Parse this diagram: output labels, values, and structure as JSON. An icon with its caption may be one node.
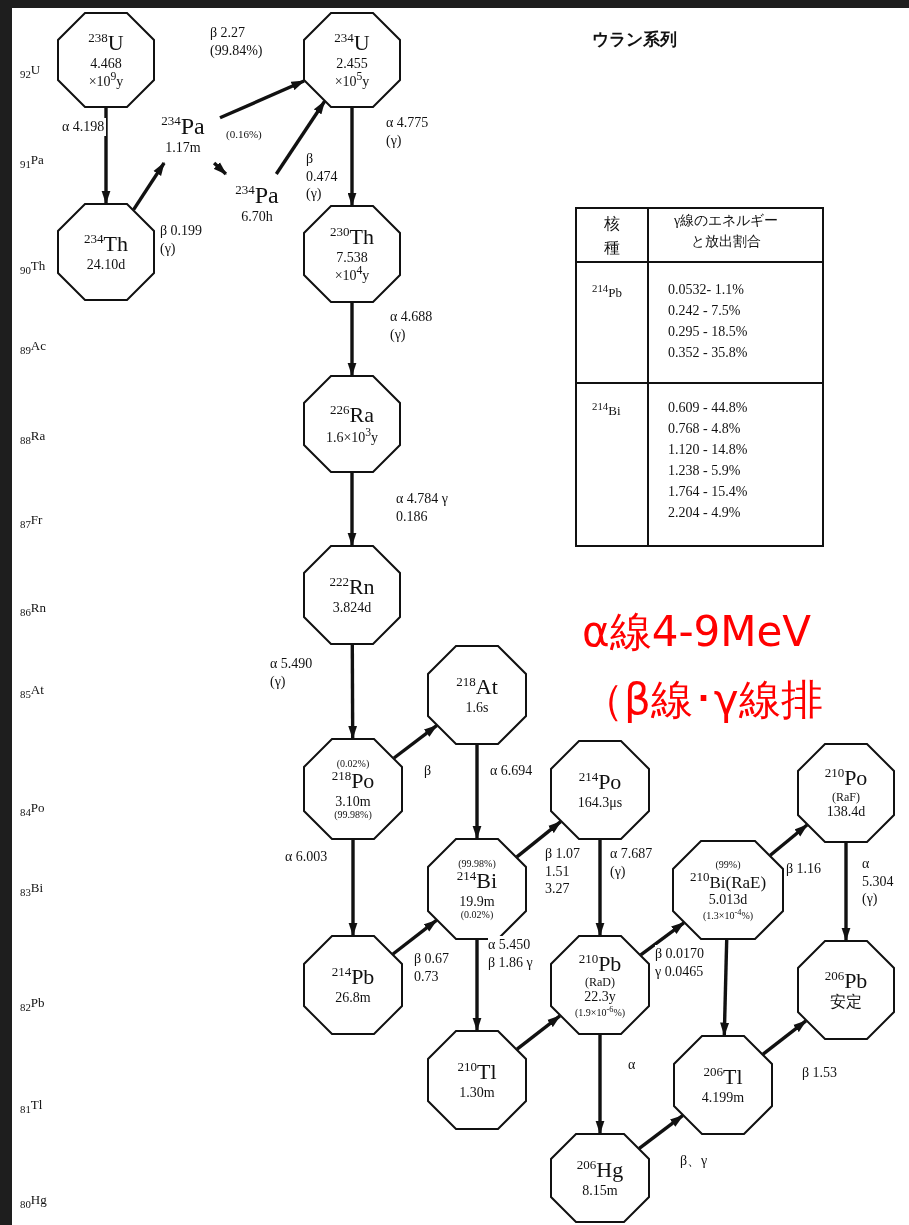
{
  "diagram": {
    "title": "ウラン系列",
    "nodes": [
      {
        "text": [
          "$^{238}$U",
          "4.468 ×10$^{9}$y"
        ]
      },
      {
        "text": [
          "$^{234}$U",
          "2.455 ×10$^{5}$y"
        ]
      },
      {
        "text": [
          "$^{234}$Pa",
          "1.17m"
        ]
      },
      {
        "text": [
          "$^{234}$Pa",
          "6.70h"
        ]
      },
      {
        "text": [
          "$^{234}$Th",
          "24.10d"
        ]
      },
      {
        "text": [
          "$^{230}$Th",
          "7.538 ×10$^{4}$y"
        ]
      },
      {
        "text": [
          "$^{226}$Ra",
          "1.6×10$^{3}$y"
        ]
      },
      {
        "text": [
          "$^{222}$Rn",
          "3.824d"
        ]
      },
      {
        "text": [
          "$^{218}$At",
          "1.6s"
        ]
      },
      {
        "text": [
          "(0.02%)",
          "$^{218}$Po",
          "3.10m",
          "(99.98%)"
        ]
      },
      {
        "text": [
          "$^{214}$Po",
          "164.3μs"
        ]
      },
      {
        "text": [
          "$^{210}$Po",
          "(RaF)",
          "138.4d"
        ]
      },
      {
        "text": [
          "(99.98%)",
          "$^{214}$Bi",
          "19.9m",
          "(0.02%)"
        ]
      },
      {
        "text": [
          "(99%)",
          "$^{210}$Bi(RaE)",
          "5.013d",
          "(1.3×10$^{-4}$%)"
        ]
      },
      {
        "text": [
          "$^{214}$Pb",
          "26.8m"
        ]
      },
      {
        "text": [
          "$^{210}$Pb",
          "(RaD)",
          "22.3y",
          "(1.9×10$^{-6}$%)"
        ]
      },
      {
        "text": [
          "$^{206}$Pb",
          "安定"
        ]
      },
      {
        "text": [
          "$^{210}$Tl",
          "1.30m"
        ]
      },
      {
        "text": [
          "$^{206}$Tl",
          "4.199m"
        ]
      },
      {
        "text": [
          "$^{206}$Hg",
          "8.15m"
        ]
      }
    ],
    "edges": [
      {
        "from": 0,
        "to": 4,
        "arrow": "to",
        "label": "α 4.198"
      },
      {
        "from": 4,
        "to": 2,
        "arrow": "to",
        "label": "β 0.199 (γ)"
      },
      {
        "from": 2,
        "to": 1,
        "arrow": "to",
        "label": "β 2.27 (99.84%)"
      },
      {
        "from": 2,
        "to": 3,
        "arrow": "to",
        "label": "(0.16%)"
      },
      {
        "from": 3,
        "to": 1,
        "arrow": "to",
        "label": "β 0.474 (γ)"
      },
      {
        "from": 1,
        "to": 5,
        "arrow": "to",
        "label": "α 4.775 (γ)"
      },
      {
        "from": 5,
        "to": 6,
        "arrow": "to",
        "label": "α 4.688 (γ)"
      },
      {
        "from": 6,
        "to": 7,
        "arrow": "to",
        "label": "α 4.784 γ 0.186"
      },
      {
        "from": 7,
        "to": 9,
        "arrow": "to",
        "label": "α 5.490 (γ)"
      },
      {
        "from": 9,
        "to": 8,
        "arrow": "to",
        "label": "β"
      },
      {
        "from": 9,
        "to": 14,
        "arrow": "to",
        "label": "α 6.003"
      },
      {
        "from": 8,
        "to": 12,
        "arrow": "to",
        "label": "α 6.694"
      },
      {
        "from": 14,
        "to": 12,
        "arrow": "to",
        "label": "β 0.67 0.73"
      },
      {
        "from": 12,
        "to": 10,
        "arrow": "to",
        "label": "β 1.07 1.51 3.27"
      },
      {
        "from": 12,
        "to": 17,
        "arrow": "to",
        "label": "α 5.450 β 1.86 γ"
      },
      {
        "from": 10,
        "to": 15,
        "arrow": "to",
        "label": "α 7.687 (γ)"
      },
      {
        "from": 17,
        "to": 15,
        "arrow": "to"
      },
      {
        "from": 15,
        "to": 13,
        "arrow": "to",
        "label": "β 0.0170 γ 0.0465"
      },
      {
        "from": 15,
        "to": 19,
        "arrow": "to",
        "label": "α"
      },
      {
        "from": 13,
        "to": 11,
        "arrow": "to",
        "label": "β 1.16"
      },
      {
        "from": 13,
        "to": 18,
        "arrow": "to"
      },
      {
        "from": 11,
        "to": 16,
        "arrow": "to",
        "label": "α 5.304 (γ)"
      },
      {
        "from": 19,
        "to": 18,
        "arrow": "to",
        "label": "β、γ"
      },
      {
        "from": 18,
        "to": 16,
        "arrow": "to",
        "label": "β 1.53"
      }
    ],
    "labels": [
      "$_{92}$U",
      "$_{91}$Pa",
      "$_{90}$Th",
      "$_{89}$Ac",
      "$_{88}$Ra",
      "$_{87}$Fr",
      "$_{86}$Rn",
      "$_{85}$At",
      "$_{84}$Po",
      "$_{83}$Bi",
      "$_{82}$Pb",
      "$_{81}$Tl",
      "$_{80}$Hg",
      "核種",
      "γ線のエネルギーと放出割合",
      "$^{214}$Pb",
      "0.0532- 1.1%",
      "0.242 - 7.5%",
      "0.295 - 18.5%",
      "0.352 - 35.8%",
      "$^{214}$Bi",
      "0.609 - 44.8%",
      "0.768 - 4.8%",
      "1.120 - 14.8%",
      "1.238 - 5.9%",
      "1.764 - 15.4%",
      "2.204 - 4.9%",
      "α線4-9MeV",
      "（β線･γ線排"
    ]
  }
}
